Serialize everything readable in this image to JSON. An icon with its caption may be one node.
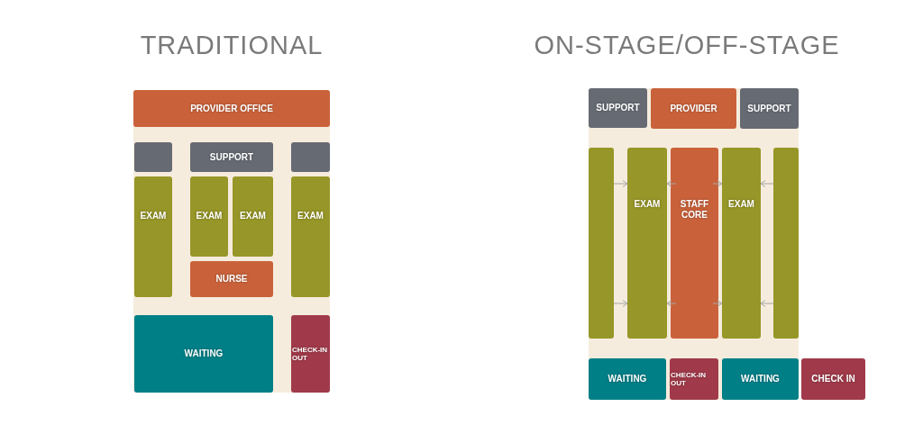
{
  "diagram": {
    "nodes": [
      {
        "text": [],
        "shape": "box"
      },
      {
        "text": [
          "PROVIDER OFFICE"
        ],
        "in": 0
      },
      {
        "text": [],
        "shape": "box",
        "in": 0
      },
      {
        "text": [
          "SUPPORT"
        ],
        "in": 0
      },
      {
        "text": [],
        "shape": "box",
        "in": 0
      },
      {
        "text": [
          "EXAM"
        ],
        "in": 0
      },
      {
        "text": [
          "EXAM"
        ],
        "in": 0
      },
      {
        "text": [
          "EXAM"
        ],
        "in": 0
      },
      {
        "text": [
          "EXAM"
        ],
        "in": 0
      },
      {
        "text": [
          "NURSE"
        ],
        "in": 0
      },
      {
        "text": [
          "WAITING"
        ],
        "in": 0
      },
      {
        "text": [
          "CHECK-IN OUT"
        ],
        "in": 0
      },
      {
        "text": [],
        "shape": "box"
      },
      {
        "text": [
          "SUPPORT"
        ],
        "in": 12
      },
      {
        "text": [
          "PROVIDER"
        ],
        "in": 12
      },
      {
        "text": [
          "SUPPORT"
        ],
        "in": 12
      },
      {
        "text": [],
        "shape": "box",
        "in": 12
      },
      {
        "text": [
          "EXAM"
        ],
        "in": 12
      },
      {
        "text": [
          "STAFF CORE"
        ],
        "in": 12
      },
      {
        "text": [
          "EXAM"
        ],
        "in": 12
      },
      {
        "text": [],
        "shape": "box",
        "in": 12
      },
      {
        "text": [
          "WAITING"
        ],
        "in": 12
      },
      {
        "text": [
          "CHECK-IN OUT"
        ],
        "in": 12
      },
      {
        "text": [
          "WAITING"
        ],
        "in": 12
      },
      {
        "text": [
          "CHECK IN"
        ]
      }
    ],
    "edges": [
      {
        "from": 16,
        "to": 17,
        "arrow": "to"
      },
      {
        "from": 16,
        "to": 17,
        "arrow": "to"
      },
      {
        "from": 18,
        "to": 17,
        "arrow": "to"
      },
      {
        "from": 18,
        "to": 17,
        "arrow": "to"
      },
      {
        "from": 18,
        "to": 19,
        "arrow": "to"
      },
      {
        "from": 18,
        "to": 19,
        "arrow": "to"
      },
      {
        "from": 20,
        "to": 19,
        "arrow": "to"
      },
      {
        "from": 20,
        "to": 19,
        "arrow": "to"
      }
    ],
    "labels": [
      "TRADITIONAL",
      "ON-STAGE/OFF-STAGE"
    ]
  }
}
